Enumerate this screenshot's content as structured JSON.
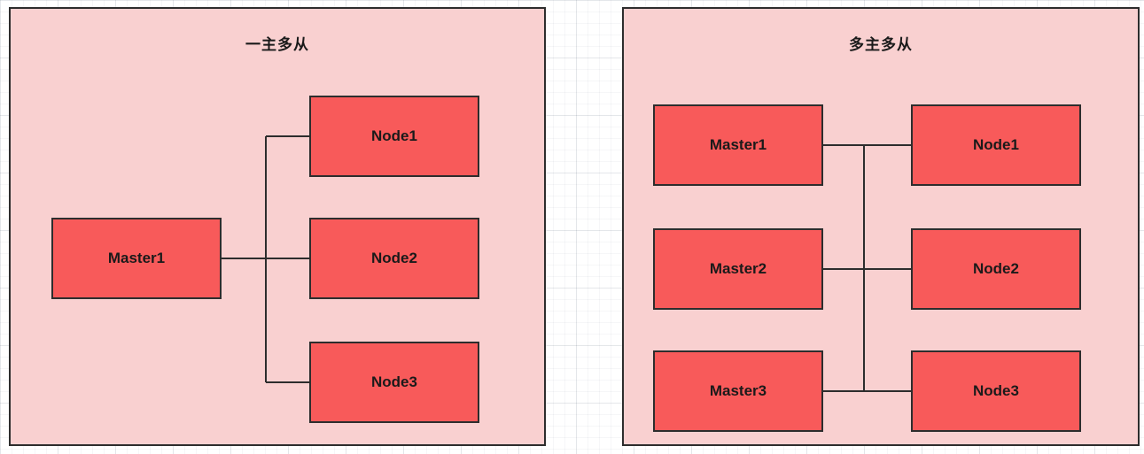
{
  "colors": {
    "panel_fill": "#F9D0D0",
    "panel_border": "#2D2D2D",
    "node_fill": "#F85A5A",
    "node_border": "#2D2D2D",
    "line": "#2D2D2D",
    "text": "#1A1A1A"
  },
  "diagrams": [
    {
      "title": "一主多从",
      "masters": [
        {
          "label": "Master1"
        }
      ],
      "nodes": [
        {
          "label": "Node1"
        },
        {
          "label": "Node2"
        },
        {
          "label": "Node3"
        }
      ],
      "connections": [
        {
          "from": "Master1",
          "to": [
            "Node1",
            "Node2",
            "Node3"
          ]
        }
      ]
    },
    {
      "title": "多主多从",
      "masters": [
        {
          "label": "Master1"
        },
        {
          "label": "Master2"
        },
        {
          "label": "Master3"
        }
      ],
      "nodes": [
        {
          "label": "Node1"
        },
        {
          "label": "Node2"
        },
        {
          "label": "Node3"
        }
      ],
      "connections": [
        {
          "type": "bus",
          "left": [
            "Master1",
            "Master2",
            "Master3"
          ],
          "right": [
            "Node1",
            "Node2",
            "Node3"
          ]
        }
      ]
    }
  ]
}
